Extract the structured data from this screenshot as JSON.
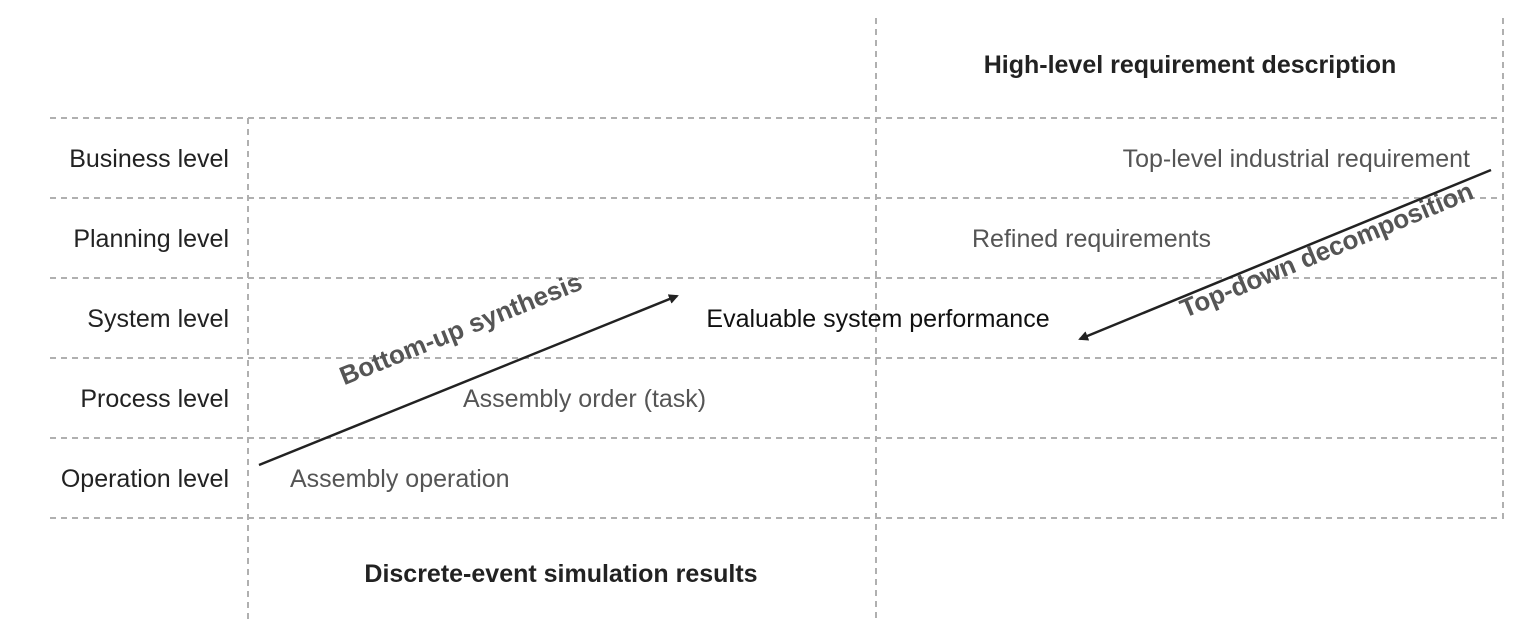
{
  "levels": {
    "business": "Business level",
    "planning": "Planning level",
    "system": "System level",
    "process": "Process level",
    "operation": "Operation level"
  },
  "headers": {
    "top": "High-level requirement description",
    "bottom": "Discrete-event simulation results"
  },
  "cells": {
    "top_level_requirement": "Top-level industrial requirement",
    "refined_requirements": "Refined requirements",
    "evaluable_performance": "Evaluable system performance",
    "assembly_order": "Assembly order (task)",
    "assembly_operation": "Assembly operation"
  },
  "arrows": {
    "bottom_up": "Bottom-up synthesis",
    "top_down": "Top-down decomposition"
  }
}
